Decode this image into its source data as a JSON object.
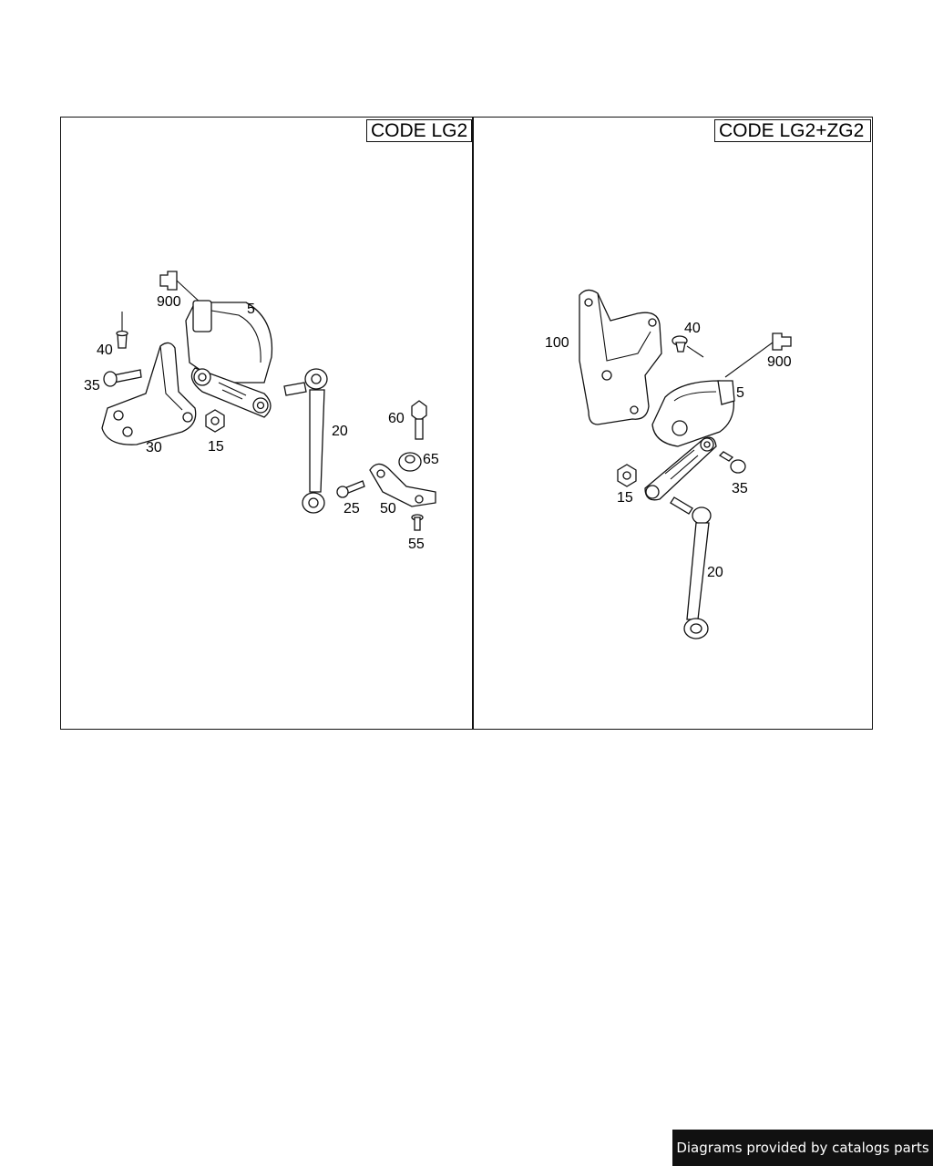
{
  "panels": {
    "left": {
      "code": "CODE LG2",
      "labels": {
        "p900": "900",
        "p5": "5",
        "p40": "40",
        "p35": "35",
        "p30": "30",
        "p15": "15",
        "p20": "20",
        "p60": "60",
        "p65": "65",
        "p25": "25",
        "p50": "50",
        "p55": "55"
      }
    },
    "right": {
      "code": "CODE LG2+ZG2",
      "labels": {
        "p100": "100",
        "p40": "40",
        "p900": "900",
        "p5": "5",
        "p15": "15",
        "p35": "35",
        "p20": "20"
      }
    }
  },
  "footer": {
    "text": "Diagrams provided by catalogs parts"
  }
}
